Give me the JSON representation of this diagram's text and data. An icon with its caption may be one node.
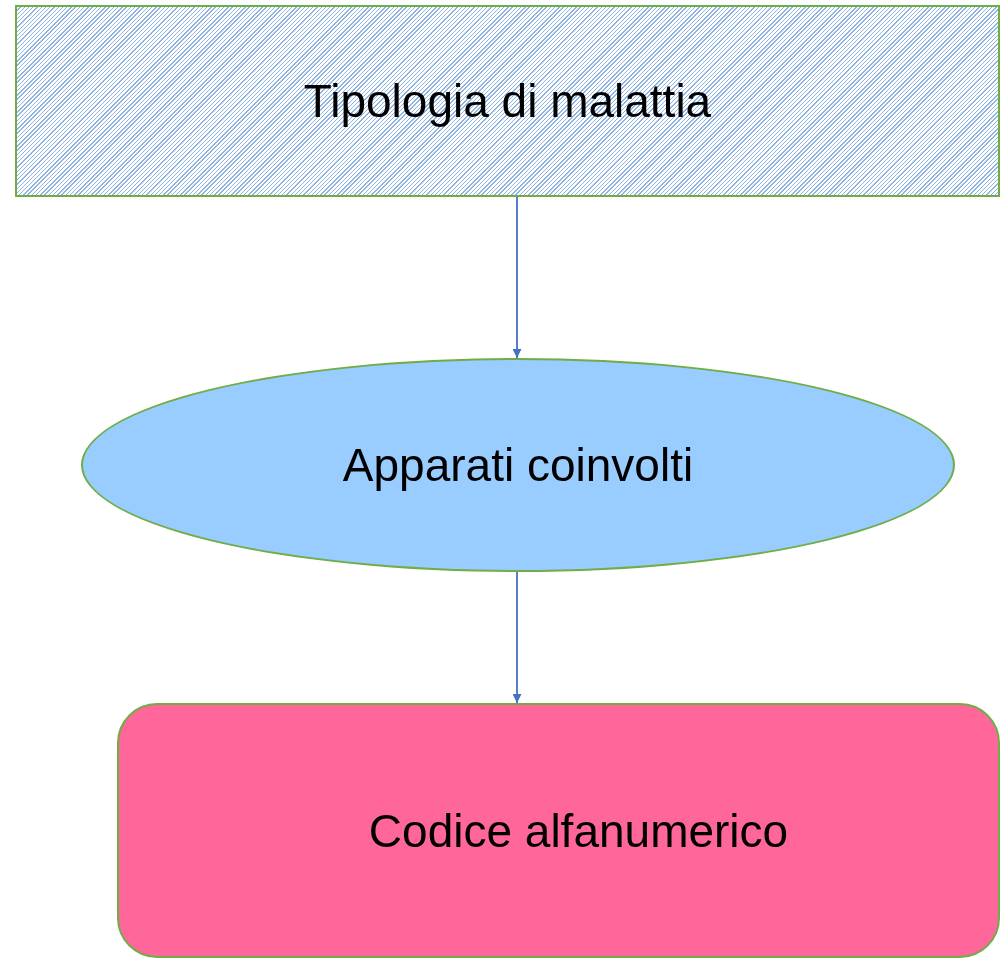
{
  "diagram": {
    "nodes": [
      {
        "text": [
          "Tipologia di malattia"
        ]
      },
      {
        "text": [
          "Apparati coinvolti"
        ]
      },
      {
        "text": [
          "Codice alfanumerico"
        ]
      }
    ],
    "edges": [
      {
        "from": 0,
        "to": 1,
        "arrow": "to"
      },
      {
        "from": 1,
        "to": 2,
        "arrow": "to"
      }
    ]
  }
}
